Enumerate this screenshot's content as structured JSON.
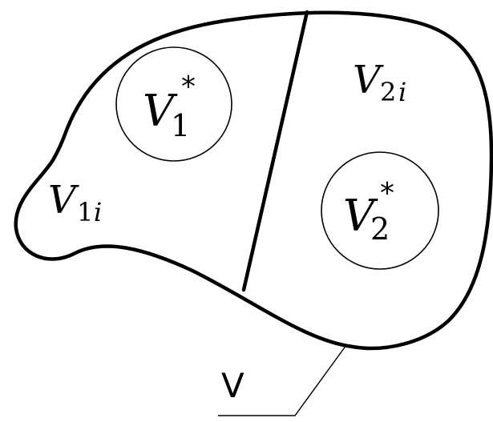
{
  "labels": {
    "V1_star": {
      "main": "V",
      "sub": "1",
      "sup": "*"
    },
    "V2_star": {
      "main": "V",
      "sub": "2",
      "sup": "*"
    },
    "V1i": {
      "main": "V",
      "sub_num": "1",
      "sub_var": "i"
    },
    "V2i": {
      "main": "V",
      "sub_num": "2",
      "sub_var": "i"
    },
    "V": "V"
  }
}
